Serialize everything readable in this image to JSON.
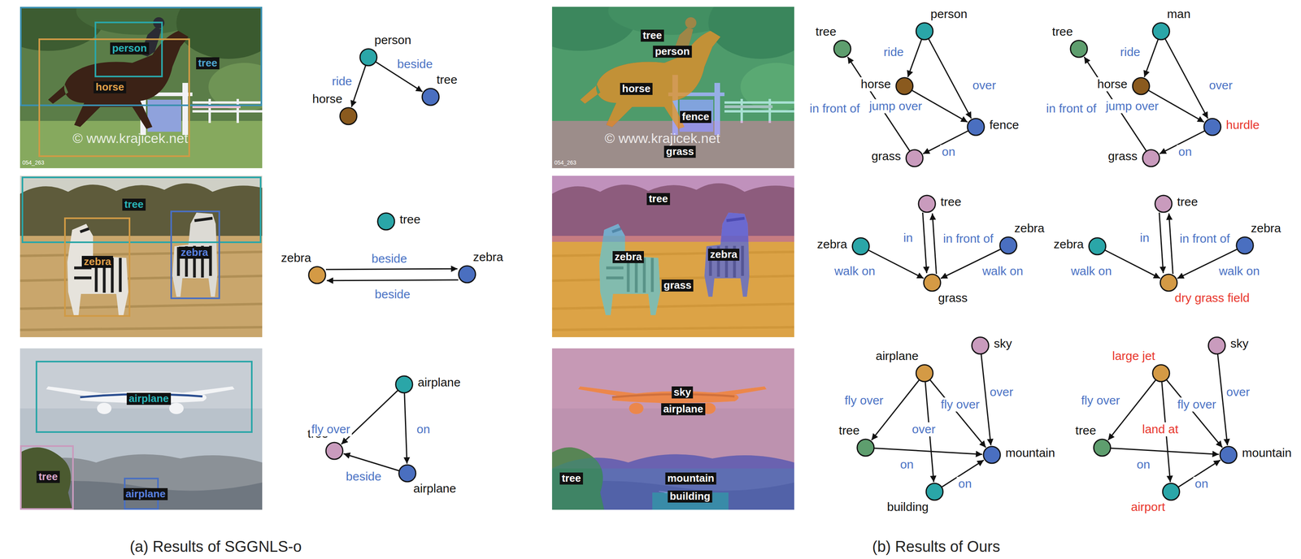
{
  "diagram": {
    "nodes": [
      {
        "text": [
          "person"
        ]
      },
      {
        "text": [
          "horse"
        ]
      },
      {
        "text": [
          "tree"
        ]
      },
      {
        "text": [
          "tree"
        ]
      },
      {
        "text": [
          "zebra"
        ]
      },
      {
        "text": [
          "zebra"
        ]
      },
      {
        "text": [
          "airplane"
        ]
      },
      {
        "text": [
          "tree"
        ]
      },
      {
        "text": [
          "airplane"
        ]
      },
      {
        "text": [
          "tree"
        ]
      },
      {
        "text": [
          "person"
        ]
      },
      {
        "text": [
          "horse"
        ]
      },
      {
        "text": [
          "fence"
        ]
      },
      {
        "text": [
          "grass"
        ]
      },
      {
        "text": [
          "tree"
        ]
      },
      {
        "text": [
          "man"
        ]
      },
      {
        "text": [
          "horse"
        ]
      },
      {
        "text": [
          "hurdle"
        ]
      },
      {
        "text": [
          "grass"
        ]
      },
      {
        "text": [
          "tree"
        ]
      },
      {
        "text": [
          "zebra"
        ]
      },
      {
        "text": [
          "zebra"
        ]
      },
      {
        "text": [
          "grass"
        ]
      },
      {
        "text": [
          "tree"
        ]
      },
      {
        "text": [
          "zebra"
        ]
      },
      {
        "text": [
          "zebra"
        ]
      },
      {
        "text": [
          "dry grass field"
        ]
      },
      {
        "text": [
          "airplane"
        ]
      },
      {
        "text": [
          "sky"
        ]
      },
      {
        "text": [
          "tree"
        ]
      },
      {
        "text": [
          "mountain"
        ]
      },
      {
        "text": [
          "building"
        ]
      },
      {
        "text": [
          "large jet"
        ]
      },
      {
        "text": [
          "sky"
        ]
      },
      {
        "text": [
          "tree"
        ]
      },
      {
        "text": [
          "mountain"
        ]
      },
      {
        "text": [
          "airport"
        ]
      }
    ],
    "edges": [
      {
        "from": 0,
        "to": 1,
        "arrow": "to",
        "label": "ride"
      },
      {
        "from": 0,
        "to": 2,
        "arrow": "to",
        "label": "beside"
      },
      {
        "from": 4,
        "to": 5,
        "arrow": "to",
        "label": "beside"
      },
      {
        "from": 5,
        "to": 4,
        "arrow": "to",
        "label": "beside"
      },
      {
        "from": 6,
        "to": 7,
        "arrow": "to",
        "label": "fly over"
      },
      {
        "from": 6,
        "to": 8,
        "arrow": "to",
        "label": "on"
      },
      {
        "from": 8,
        "to": 7,
        "arrow": "to",
        "label": "beside"
      },
      {
        "from": 10,
        "to": 11,
        "arrow": "to",
        "label": "ride"
      },
      {
        "from": 10,
        "to": 12,
        "arrow": "to",
        "label": "over"
      },
      {
        "from": 11,
        "to": 12,
        "arrow": "to",
        "label": "jump over"
      },
      {
        "from": 12,
        "to": 13,
        "arrow": "to",
        "label": "on"
      },
      {
        "from": 13,
        "to": 9,
        "arrow": "to",
        "label": "in front of"
      },
      {
        "from": 15,
        "to": 16,
        "arrow": "to",
        "label": "ride"
      },
      {
        "from": 15,
        "to": 17,
        "arrow": "to",
        "label": "over"
      },
      {
        "from": 16,
        "to": 17,
        "arrow": "to",
        "label": "jump over"
      },
      {
        "from": 17,
        "to": 18,
        "arrow": "to",
        "label": "on"
      },
      {
        "from": 18,
        "to": 14,
        "arrow": "to",
        "label": "in front of"
      },
      {
        "from": 19,
        "to": 22,
        "arrow": "to",
        "label": "in"
      },
      {
        "from": 22,
        "to": 19,
        "arrow": "to",
        "label": "in front of"
      },
      {
        "from": 20,
        "to": 22,
        "arrow": "to",
        "label": "walk on"
      },
      {
        "from": 21,
        "to": 22,
        "arrow": "to",
        "label": "walk on"
      },
      {
        "from": 23,
        "to": 26,
        "arrow": "to",
        "label": "in"
      },
      {
        "from": 26,
        "to": 23,
        "arrow": "to",
        "label": "in front of"
      },
      {
        "from": 24,
        "to": 26,
        "arrow": "to",
        "label": "walk on"
      },
      {
        "from": 25,
        "to": 26,
        "arrow": "to",
        "label": "walk on"
      },
      {
        "from": 27,
        "to": 29,
        "arrow": "to",
        "label": "fly over"
      },
      {
        "from": 27,
        "to": 30,
        "arrow": "to",
        "label": "fly over"
      },
      {
        "from": 27,
        "to": 31,
        "arrow": "to",
        "label": "over"
      },
      {
        "from": 28,
        "to": 30,
        "arrow": "to",
        "label": "over"
      },
      {
        "from": 29,
        "to": 30,
        "arrow": "to",
        "label": "on"
      },
      {
        "from": 31,
        "to": 30,
        "arrow": "to",
        "label": "on"
      },
      {
        "from": 32,
        "to": 34,
        "arrow": "to",
        "label": "fly over"
      },
      {
        "from": 32,
        "to": 35,
        "arrow": "to",
        "label": "fly over"
      },
      {
        "from": 32,
        "to": 36,
        "arrow": "to",
        "label": "land at"
      },
      {
        "from": 33,
        "to": 35,
        "arrow": "to",
        "label": "over"
      },
      {
        "from": 34,
        "to": 35,
        "arrow": "to",
        "label": "on"
      },
      {
        "from": 36,
        "to": 35,
        "arrow": "to",
        "label": "on"
      }
    ],
    "labels": [
      "person",
      "horse",
      "tree",
      "© www.krajicek.net",
      "054_263",
      "tree",
      "zebra",
      "zebra",
      "airplane",
      "tree",
      "airplane",
      "tree",
      "person",
      "horse",
      "fence",
      "grass",
      "© www.krajicek.net",
      "054_263",
      "tree",
      "zebra",
      "zebra",
      "grass",
      "sky",
      "airplane",
      "tree",
      "mountain",
      "building",
      "(a) Results of SGGNLS-o",
      "(b) Results of Ours"
    ]
  }
}
